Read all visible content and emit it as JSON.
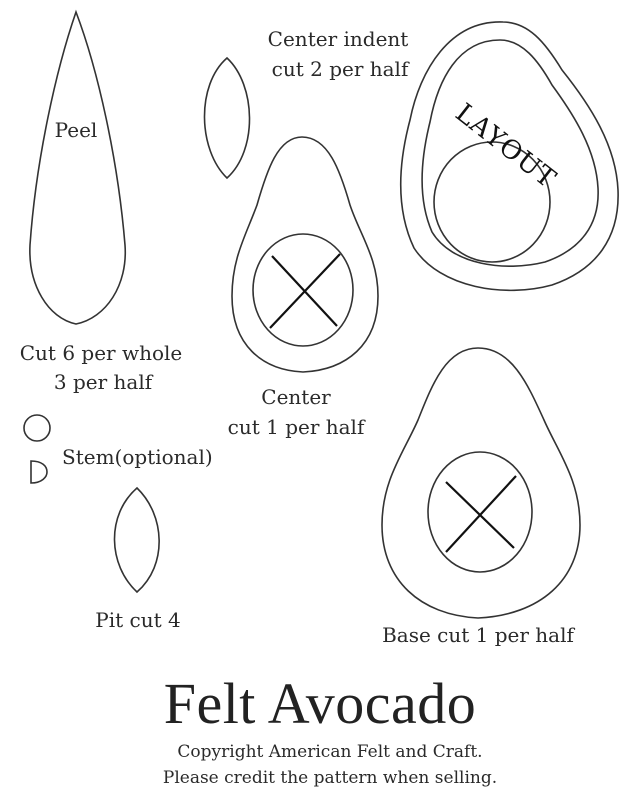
{
  "labels": {
    "peel": "Peel",
    "peel_cut_line1": "Cut 6 per whole",
    "peel_cut_line2": "3 per half",
    "center_indent_line1": "Center indent",
    "center_indent_line2": "cut 2 per half",
    "layout": "LAYOUT",
    "center_line1": "Center",
    "center_line2": "cut 1 per half",
    "stem": "Stem(optional)",
    "pit": "Pit cut 4",
    "base": "Base cut 1 per half"
  },
  "footer": {
    "title": "Felt Avocado",
    "credit_line1": "Copyright American Felt and Craft.",
    "credit_line2": "Please credit the pattern when selling."
  },
  "colors": {
    "line": "#333333",
    "text": "#2a2a2a",
    "background": "#ffffff"
  }
}
